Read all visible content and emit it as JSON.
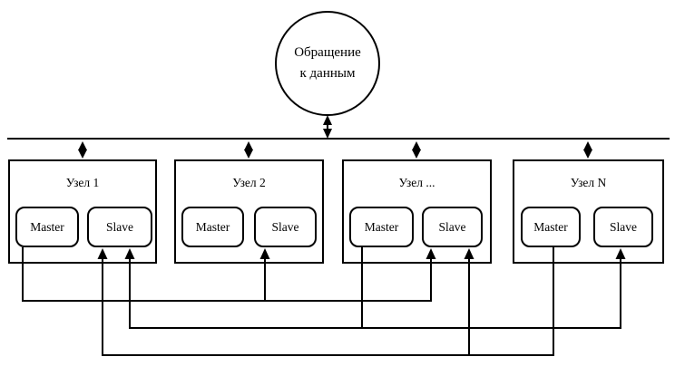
{
  "diagram": {
    "circle": {
      "line1": "Обращение",
      "line2": "к данным"
    },
    "nodes": [
      {
        "label": "Узел 1",
        "master": "Master",
        "slave": "Slave"
      },
      {
        "label": "Узел 2",
        "master": "Master",
        "slave": "Slave"
      },
      {
        "label": "Узел ...",
        "master": "Master",
        "slave": "Slave"
      },
      {
        "label": "Узел N",
        "master": "Master",
        "slave": "Slave"
      }
    ],
    "bus_connections": [
      "data-circle",
      "node-1",
      "node-2",
      "node-3",
      "node-4"
    ],
    "replication_connections": [
      {
        "from": "node-1-master",
        "to": [
          "node-2-slave",
          "node-3-slave"
        ]
      },
      {
        "from": "node-3-master",
        "to": [
          "node-1-slave",
          "node-4-slave"
        ]
      },
      {
        "from": "node-4-master",
        "to": [
          "node-1-slave",
          "node-3-slave"
        ]
      }
    ],
    "colors": {
      "line": "#000000",
      "background": "#ffffff"
    }
  }
}
